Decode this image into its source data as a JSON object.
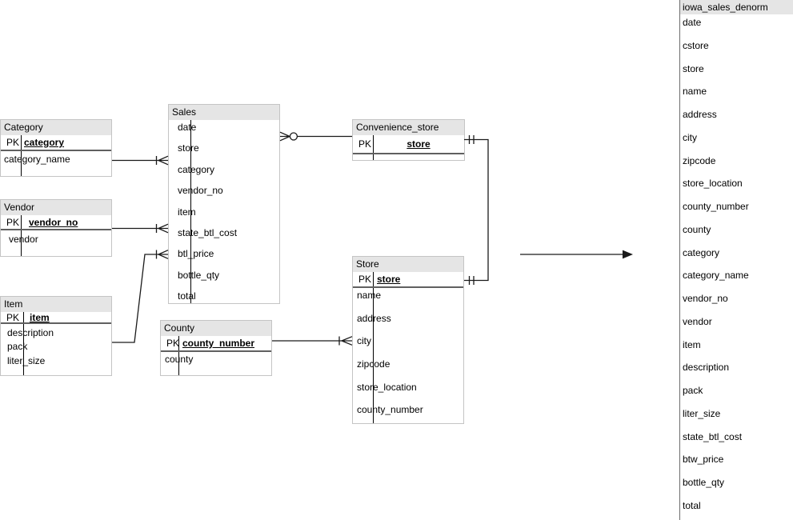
{
  "diagram": {
    "tables": [
      {
        "id": "category",
        "title": "Category",
        "pk_label": "PK",
        "pk": "category",
        "attrs": [
          "category_name"
        ]
      },
      {
        "id": "vendor",
        "title": "Vendor",
        "pk_label": "PK",
        "pk": "vendor_no",
        "attrs": [
          "vendor"
        ]
      },
      {
        "id": "item",
        "title": "Item",
        "pk_label": "PK",
        "pk": "item",
        "attrs": [
          "description",
          "pack",
          "liter_size"
        ]
      },
      {
        "id": "sales",
        "title": "Sales",
        "pk_label": "",
        "pk": null,
        "attrs": [
          "date",
          "store",
          "category",
          "vendor_no",
          "item",
          "state_btl_cost",
          "btl_price",
          "bottle_qty",
          "total"
        ]
      },
      {
        "id": "county",
        "title": "County",
        "pk_label": "PK",
        "pk": "county_number",
        "attrs": [
          "county"
        ]
      },
      {
        "id": "convenience_store",
        "title": "Convenience_store",
        "pk_label": "PK",
        "pk": "store",
        "attrs": []
      },
      {
        "id": "store",
        "title": "Store",
        "pk_label": "PK",
        "pk": "store",
        "attrs": [
          "name",
          "address",
          "city",
          "zipcode",
          "store_location",
          "county_number"
        ]
      }
    ],
    "denorm_panel": {
      "title": "iowa_sales_denorm",
      "fields": [
        "date",
        "cstore",
        "store",
        "name",
        "address",
        "city",
        "zipcode",
        "store_location",
        "county_number",
        "county",
        "category",
        "category_name",
        "vendor_no",
        "vendor",
        "item",
        "description",
        "pack",
        "liter_size",
        "state_btl_cost",
        "btw_price",
        "bottle_qty",
        "total"
      ]
    },
    "relationships": [
      {
        "from": "Category",
        "to": "Sales",
        "cardinality": "one-to-many"
      },
      {
        "from": "Vendor",
        "to": "Sales",
        "cardinality": "one-to-many"
      },
      {
        "from": "Item",
        "to": "Sales",
        "cardinality": "one-to-many"
      },
      {
        "from": "Convenience_store",
        "to": "Sales",
        "cardinality": "one-to-zero-or-many"
      },
      {
        "from": "Convenience_store",
        "to": "Store",
        "cardinality": "one-to-one"
      },
      {
        "from": "County",
        "to": "Store",
        "cardinality": "one-to-many"
      }
    ],
    "colors": {
      "header_bg": "#e5e5e5",
      "table_border": "#c4c4c4",
      "line": "#1a1a1a",
      "text": "#000000",
      "background": "#ffffff"
    }
  }
}
